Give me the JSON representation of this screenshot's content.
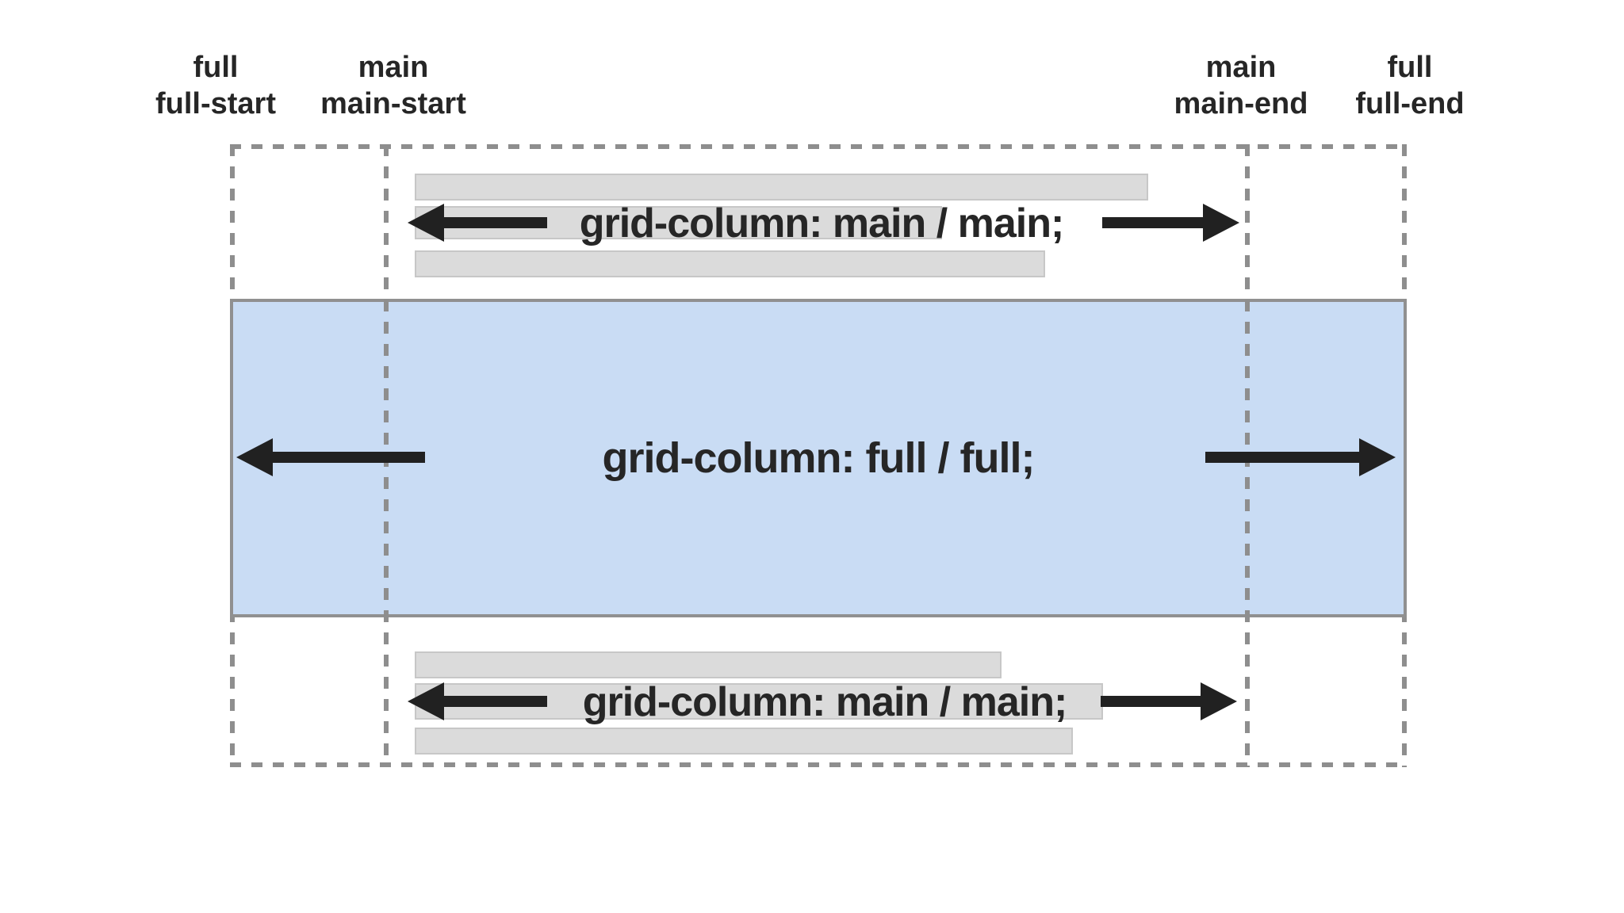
{
  "diagram": {
    "title_hint": "CSS grid named lines diagram",
    "line_labels": [
      {
        "id": "full-start",
        "line1": "full",
        "line2": "full-start"
      },
      {
        "id": "main-start",
        "line1": "main",
        "line2": "main-start"
      },
      {
        "id": "main-end",
        "line1": "main",
        "line2": "main-end"
      },
      {
        "id": "full-end",
        "line1": "full",
        "line2": "full-end"
      }
    ],
    "top_section": {
      "code_label": "grid-column: main / main;"
    },
    "middle_section": {
      "code_label": "grid-column: full / full;"
    },
    "bottom_section": {
      "code_label": "grid-column: main / main;"
    },
    "colors": {
      "highlight_blue": "#C9DCF4",
      "bar_gray": "#DBDBDB",
      "bar_border_gray": "#C7C7C7",
      "dash_gray": "#8E8E8E",
      "arrow_black": "#212121",
      "text_dark": "#262626"
    }
  }
}
